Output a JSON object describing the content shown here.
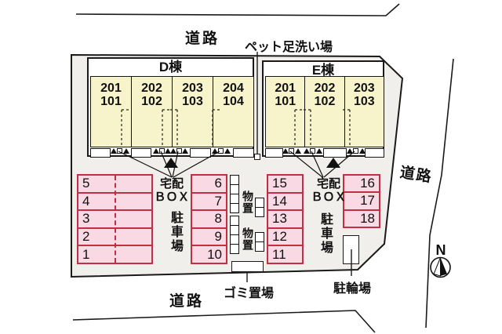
{
  "labels": {
    "road_top": "道路",
    "road_right": "道路",
    "road_bottom": "道路",
    "pet_wash": "ペット足洗い場",
    "delivery_box_line1": "宅配",
    "delivery_box_line2": "ＢＯＸ",
    "parking": "駐車場",
    "storage": "物置",
    "garbage": "ゴミ置場",
    "bicycle": "駐輪場",
    "compass": "N"
  },
  "buildings": [
    {
      "name": "D棟",
      "units": [
        {
          "upper": "201",
          "lower": "101"
        },
        {
          "upper": "202",
          "lower": "102"
        },
        {
          "upper": "203",
          "lower": "103"
        },
        {
          "upper": "204",
          "lower": "104"
        }
      ]
    },
    {
      "name": "E棟",
      "units": [
        {
          "upper": "201",
          "lower": "101"
        },
        {
          "upper": "202",
          "lower": "102"
        },
        {
          "upper": "203",
          "lower": "103"
        }
      ]
    }
  ],
  "parking_columns": [
    {
      "id": "block-left",
      "numbers": [
        "5",
        "4",
        "3",
        "2",
        "1"
      ],
      "number_side": "left"
    },
    {
      "id": "col-6-10",
      "numbers": [
        "6",
        "7",
        "8",
        "9",
        "10"
      ],
      "number_side": "right"
    },
    {
      "id": "col-15-11",
      "numbers": [
        "15",
        "14",
        "13",
        "12",
        "11"
      ],
      "number_side": "left"
    },
    {
      "id": "col-16-18",
      "numbers": [
        "16",
        "17",
        "18"
      ],
      "number_side": "right"
    }
  ],
  "storage_units": {
    "columns": [
      {
        "groups": [
          4,
          4
        ]
      },
      {
        "groups": [
          2,
          2
        ]
      }
    ]
  },
  "colors": {
    "unit_fill": "#f7f3cb",
    "parking_fill": "#f9d9e3",
    "parking_border": "#c22e44",
    "site_fill": "#f0efeb",
    "line": "#1a1a1a"
  }
}
